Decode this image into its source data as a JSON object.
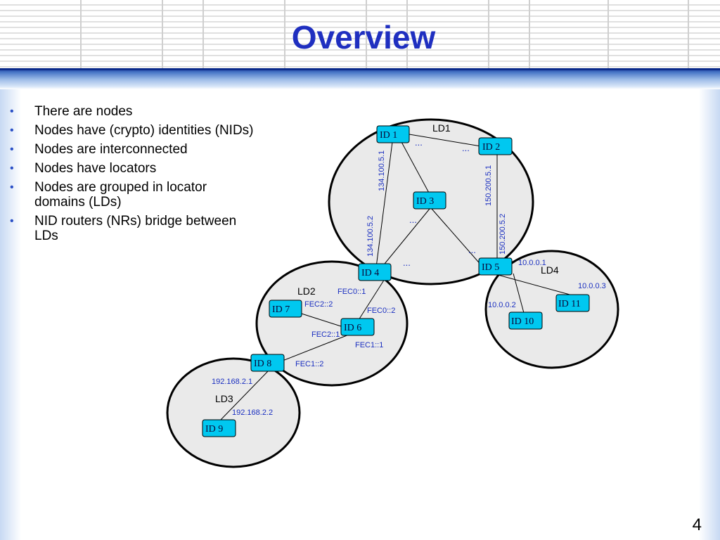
{
  "slide": {
    "title": "Overview",
    "page_number": "4"
  },
  "bullets": [
    "There are nodes",
    "Nodes have (crypto) identities (NIDs)",
    "Nodes are interconnected",
    "Nodes have locators",
    "Nodes are grouped in locator domains (LDs)",
    "NID routers (NRs) bridge between LDs"
  ],
  "colors": {
    "title": "#1f2fc0",
    "node_fill": "#00c8f0",
    "domain_fill": "#eaeaea",
    "address_text": "#1a2fc0"
  },
  "diagram": {
    "domains": {
      "ld1": "LD1",
      "ld2": "LD2",
      "ld3": "LD3",
      "ld4": "LD4"
    },
    "nodes": {
      "id1": "ID 1",
      "id2": "ID 2",
      "id3": "ID 3",
      "id4": "ID 4",
      "id5": "ID 5",
      "id6": "ID 6",
      "id7": "ID 7",
      "id8": "ID 8",
      "id9": "ID 9",
      "id10": "ID 10",
      "id11": "ID 11"
    },
    "addresses": {
      "a134_100_5_1": "134.100.5.1",
      "a134_100_5_2": "134.100.5.2",
      "a150_200_5_1": "150.200.5.1",
      "a150_200_5_2": "150.200.5.2",
      "a10_0_0_1": "10.0.0.1",
      "a10_0_0_2": "10.0.0.2",
      "a10_0_0_3": "10.0.0.3",
      "fec0_1": "FEC0::1",
      "fec0_2": "FEC0::2",
      "fec1_1": "FEC1::1",
      "fec1_2": "FEC1::2",
      "fec2_1": "FEC2::1",
      "fec2_2": "FEC2::2",
      "a192_168_2_1": "192.168.2.1",
      "a192_168_2_2": "192.168.2.2"
    },
    "ellipsis": "..."
  }
}
